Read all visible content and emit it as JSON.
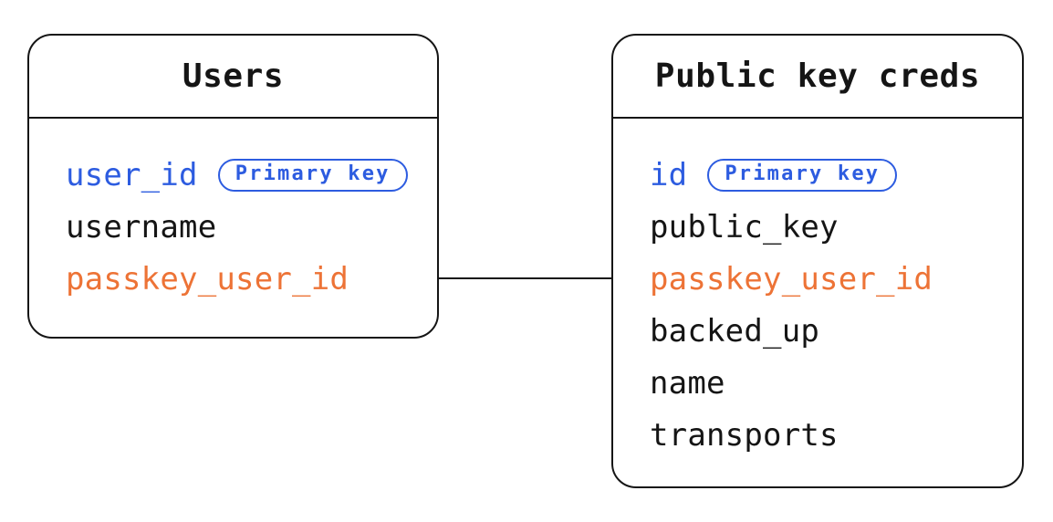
{
  "colors": {
    "ink": "#151515",
    "blue": "#2d5ce0",
    "orange": "#ed7336",
    "bg": "#ffffff"
  },
  "tables": [
    {
      "title": "Users",
      "fields": [
        {
          "name": "user_id",
          "badge": "Primary key"
        },
        {
          "name": "username"
        },
        {
          "name": "passkey_user_id"
        }
      ]
    },
    {
      "title": "Public key creds",
      "fields": [
        {
          "name": "id",
          "badge": "Primary key"
        },
        {
          "name": "public_key"
        },
        {
          "name": "passkey_user_id"
        },
        {
          "name": "backed_up"
        },
        {
          "name": "name"
        },
        {
          "name": "transports"
        }
      ]
    }
  ],
  "relationship": {
    "from_table": "Users",
    "from_field": "passkey_user_id",
    "to_table": "Public key creds",
    "to_field": "passkey_user_id"
  }
}
